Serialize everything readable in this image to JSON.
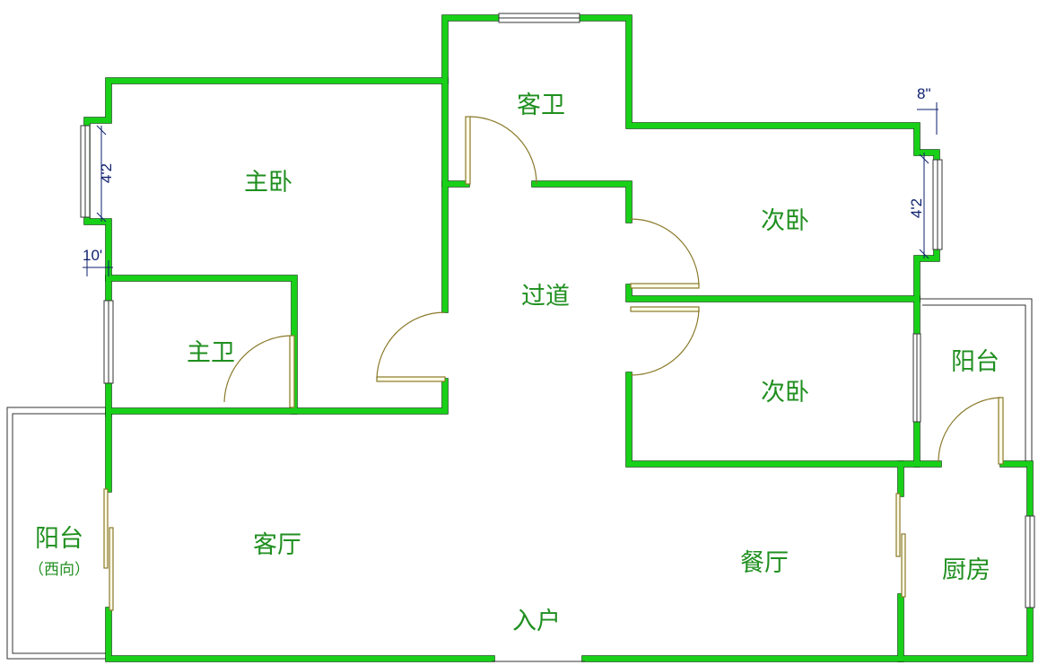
{
  "rooms": {
    "master_bedroom": "主卧",
    "guest_bathroom": "客卫",
    "second_bedroom_north": "次卧",
    "hallway": "过道",
    "master_bathroom": "主卫",
    "balcony_east": "阳台",
    "second_bedroom_south": "次卧",
    "balcony_west": "阳台",
    "balcony_west_orientation": "（西向）",
    "living_room": "客厅",
    "dining_room": "餐厅",
    "kitchen": "厨房",
    "entrance": "入户"
  },
  "dimensions": {
    "west_window_width": "4'2",
    "west_offset": "10'",
    "east_window_width": "4'2",
    "east_offset": "8\""
  },
  "colors": {
    "wall": "#18d018",
    "wall_outline": "#0b4d0b",
    "label": "#1f8f1f",
    "dimension": "#0d1f6e",
    "door": "#8a7a2a"
  }
}
